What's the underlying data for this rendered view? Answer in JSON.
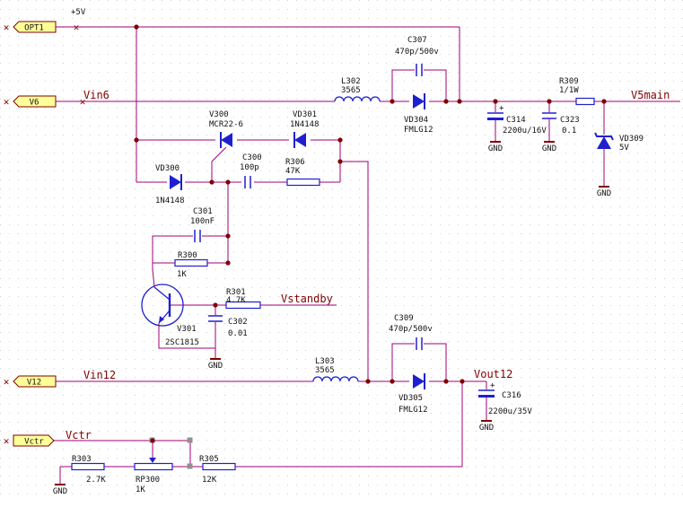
{
  "colors": {
    "wire": "#a0007a",
    "component": "#1f1fd0",
    "device": "#800000",
    "port_fill": "#ffff99",
    "junction": "#800000",
    "grid_dot": "#d0d0d0"
  },
  "ports": {
    "opt1": "OPT1",
    "v6": "V6",
    "v12": "V12",
    "vctr": "Vctr"
  },
  "nets": {
    "plus5v": "+5V",
    "vin6": "Vin6",
    "v5main": "V5main",
    "vstandby": "Vstandby",
    "vin12": "Vin12",
    "vout12": "Vout12",
    "vctr": "Vctr"
  },
  "parts": {
    "c307": {
      "ref": "C307",
      "value": "470p/500v"
    },
    "l302": {
      "ref": "L302",
      "value": "3565"
    },
    "vd304": {
      "ref": "VD304",
      "value": "FMLG12"
    },
    "c314": {
      "ref": "C314",
      "value": "2200u/16V"
    },
    "c323": {
      "ref": "C323",
      "value": "0.1"
    },
    "r309": {
      "ref": "R309",
      "value": "1/1W"
    },
    "vd309": {
      "ref": "VD309",
      "value": "5V"
    },
    "v300": {
      "ref": "V300",
      "value": "MCR22-6"
    },
    "vd301": {
      "ref": "VD301",
      "value": "1N4148"
    },
    "vd300": {
      "ref": "VD300",
      "value": "1N4148"
    },
    "c300": {
      "ref": "C300",
      "value": "100p"
    },
    "r306": {
      "ref": "R306",
      "value": "47K"
    },
    "c301": {
      "ref": "C301",
      "value": "100nF"
    },
    "r300": {
      "ref": "R300",
      "value": "1K"
    },
    "r301": {
      "ref": "R301",
      "value": "4.7K"
    },
    "v301": {
      "ref": "V301",
      "value": "2SC1815"
    },
    "c302": {
      "ref": "C302",
      "value": "0.01"
    },
    "c309": {
      "ref": "C309",
      "value": "470p/500v"
    },
    "l303": {
      "ref": "L303",
      "value": "3565"
    },
    "vd305": {
      "ref": "VD305",
      "value": "FMLG12"
    },
    "c316": {
      "ref": "C316",
      "value": "2200u/35V"
    },
    "r303": {
      "ref": "R303",
      "value": "2.7K"
    },
    "rp300": {
      "ref": "RP300",
      "value": "1K"
    },
    "r305": {
      "ref": "R305",
      "value": "12K"
    }
  },
  "gnd_label": "GND",
  "polarity_mark": "+"
}
